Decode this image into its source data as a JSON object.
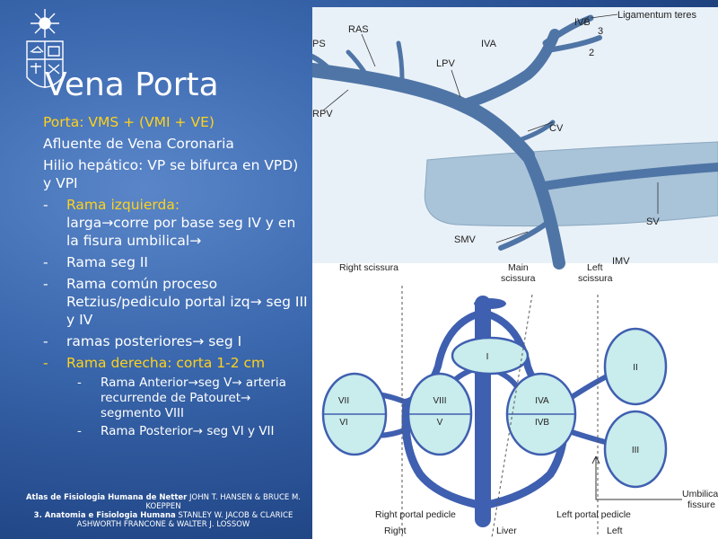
{
  "slide": {
    "title": "Vena Porta",
    "lines": {
      "porta": "Porta: VMS + (VMI + VE)",
      "afluente": "Afluente de Vena Coronaria",
      "hilio": "Hilio hepático: VP se bifurca en VPD) y VPI"
    },
    "bullets": [
      {
        "dash": "-",
        "label": "Rama izquierda:",
        "text": "larga→corre por base seg  IV y en la fisura umbilical→"
      },
      {
        "dash": "-",
        "text": "Rama seg II"
      },
      {
        "dash": "-",
        "text": "Rama común proceso Retzius/pediculo portal izq→ seg III y IV"
      },
      {
        "dash": "-",
        "text": "ramas posteriores→  seg I"
      },
      {
        "dash": "-",
        "label": "Rama derecha:",
        "text": " corta 1-2 cm"
      }
    ],
    "subbullets": [
      {
        "dash": "-",
        "text": "Rama Anterior→seg V→ arteria recurrende de Patouret→ segmento VIII"
      },
      {
        "dash": "-",
        "text": "Rama Posterior→ seg VI y VII"
      }
    ],
    "references": {
      "ref1_bold": "Atlas de Fisiologia Humana de Netter",
      "ref1_rest": " JOHN T. HANSEN & BRUCE M. KOEPPEN",
      "ref2_bold": "3. Anatomia e Fisiologia Humana",
      "ref2_rest": " STANLEY W. JACOB & CLARICE ASHWORTH FRANCONE & WALTER J. LOSSOW"
    }
  },
  "figure_top": {
    "labels": {
      "ligamentum": "Ligamentum teres",
      "ivb": "IVB",
      "three": "3",
      "ras": "RAS",
      "iva": "IVA",
      "two": "2",
      "ps": "PS",
      "lpv": "LPV",
      "rpv": "RPV",
      "cv": "CV",
      "sv": "SV",
      "smv": "SMV",
      "imv": "IMV"
    }
  },
  "figure_bottom": {
    "labels": {
      "right_scissura": "Right scissura",
      "main_scissura_1": "Main",
      "main_scissura_2": "scissura",
      "left_scissura_1": "Left",
      "left_scissura_2": "scissura",
      "seg_i": "I",
      "seg_ii": "II",
      "seg_iii": "III",
      "seg_iva": "IVA",
      "seg_ivb": "IVB",
      "seg_v": "V",
      "seg_vi": "VI",
      "seg_vii": "VII",
      "seg_viii": "VIII",
      "umbilical_1": "Umbilical",
      "umbilical_2": "fissure",
      "right_pedicle": "Right portal pedicle",
      "left_pedicle": "Left portal pedicle",
      "right": "Right",
      "liver": "Liver",
      "left": "Left"
    }
  },
  "colors": {
    "accent": "#ffd21a",
    "vein_blue": "#3f5fb0",
    "segment_fill": "#c9ecec"
  }
}
